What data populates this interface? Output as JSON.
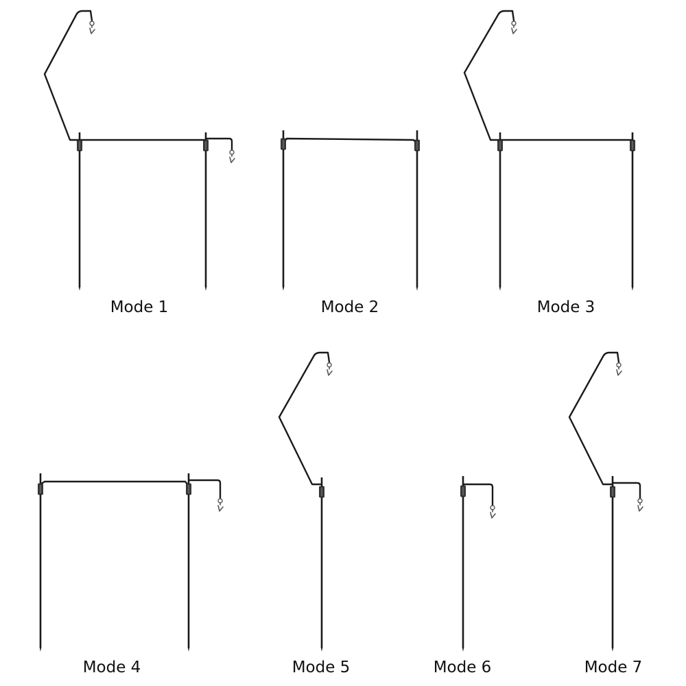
{
  "colors": {
    "rod": "#1a1a1a",
    "clamp": "#3a3a3a",
    "hook": "#555555",
    "background": "#ffffff"
  },
  "modes": [
    {
      "label": "Mode 1"
    },
    {
      "label": "Mode 2"
    },
    {
      "label": "Mode 3"
    },
    {
      "label": "Mode 4"
    },
    {
      "label": "Mode 5"
    },
    {
      "label": "Mode 6"
    },
    {
      "label": "Mode 7"
    }
  ]
}
